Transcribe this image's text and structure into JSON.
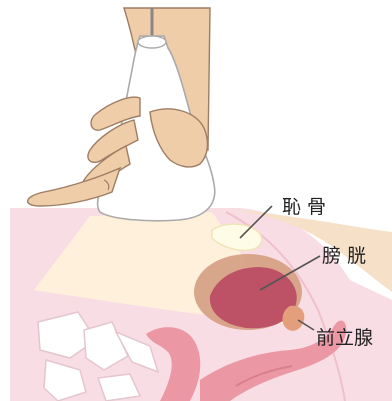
{
  "labels": {
    "pubic_bone": "恥 骨",
    "bladder": "膀 胱",
    "prostate": "前立腺"
  },
  "colors": {
    "pelvis_body": "#f8dde5",
    "skin_band": "#f6e0c8",
    "hand": "#efcda8",
    "hand_outline": "#9e7d64",
    "probe": "#ffffff",
    "probe_outline": "#aaaaaa",
    "ultrasound_beam": "#fff1da",
    "bladder_outer": "#d6a186",
    "bladder_inner": "#bd5166",
    "pubic_bone": "#fefbe7",
    "prostate": "#e39e7c",
    "rectum": "#eb98a4",
    "vertebra": "#ffffff",
    "leader_line": "#555555",
    "label_text": "#222222"
  },
  "icons": {
    "probe": "ultrasound-probe-icon",
    "hand": "hand-icon"
  }
}
